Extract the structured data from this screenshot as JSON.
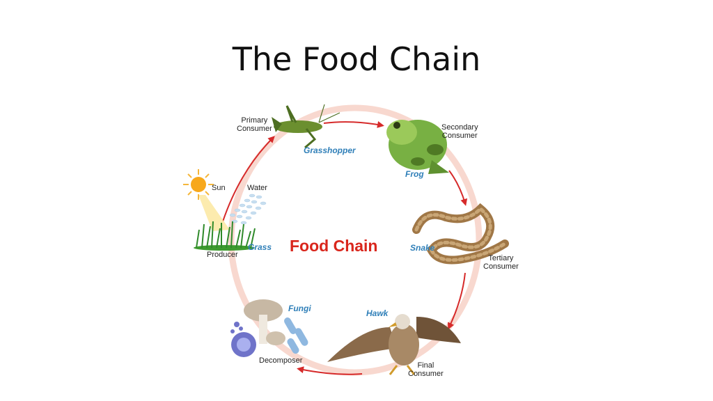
{
  "title": "The Food Chain",
  "diagram": {
    "center_label": "Food Chain",
    "colors": {
      "arrow": "#d62a2a",
      "ring": "#f8d8cf",
      "organism_label": "#2f7fb8",
      "center_label": "#d9261c"
    },
    "sun_label": "Sun",
    "water_label": "Water",
    "stages": [
      {
        "organism": "Grass",
        "role": "Producer",
        "icon": "grass-icon"
      },
      {
        "organism": "Grasshopper",
        "role_line1": "Primary",
        "role_line2": "Consumer",
        "icon": "grasshopper-icon"
      },
      {
        "organism": "Frog",
        "role_line1": "Secondary",
        "role_line2": "Consumer",
        "icon": "frog-icon"
      },
      {
        "organism": "Snake",
        "role_line1": "Tertiary",
        "role_line2": "Consumer",
        "icon": "snake-icon"
      },
      {
        "organism": "Hawk",
        "role_line1": "Final",
        "role_line2": "Consumer",
        "icon": "hawk-icon"
      },
      {
        "organism": "Fungi",
        "role": "Decomposer",
        "icon": "fungi-icon"
      }
    ]
  }
}
